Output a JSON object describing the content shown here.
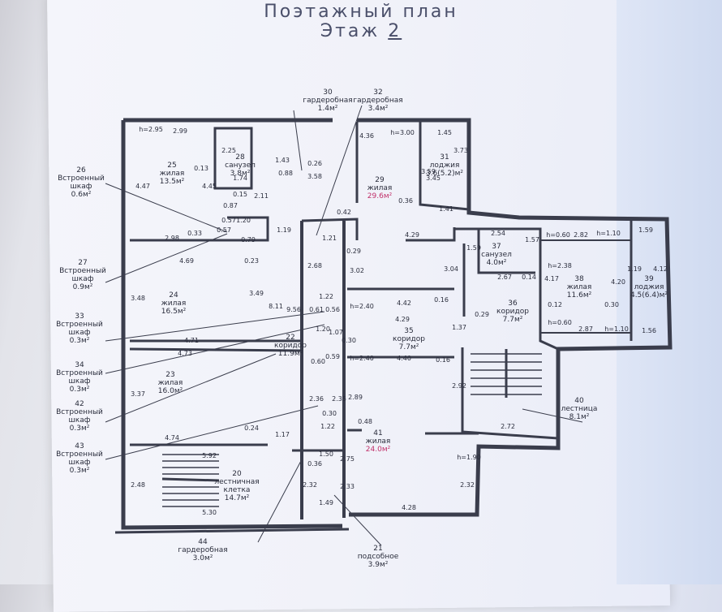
{
  "title_line1": "Поэтажный план",
  "title_line2": "Этаж",
  "floor_number": "2",
  "rooms": [
    {
      "label": "25 жилая 13.5м²"
    },
    {
      "label": "28 санузел 3.8м²"
    },
    {
      "label": "29 жилая 29.6м²"
    },
    {
      "label": "31 лоджия 3.6(5.2)м²"
    },
    {
      "label": "24 жилая 16.5м²"
    },
    {
      "label": "22 коридор 11.9м²"
    },
    {
      "label": "23 жилая 16.0м²"
    },
    {
      "label": "35 коридор 7.7м²"
    },
    {
      "label": "37 санузел 4.0м²"
    },
    {
      "label": "36 коридор 7.7м²"
    },
    {
      "label": "38 жилая 11.6м²"
    },
    {
      "label": "39 лоджия 4.5(6.4)м²"
    },
    {
      "label": "40 лестница 8.1м²"
    },
    {
      "label": "41 жилая 24.0м²"
    },
    {
      "label": "20 лестничная клетка 14.7м²"
    },
    {
      "label": "30 гардеробная 1.4м²"
    },
    {
      "label": "32 гардеробная 3.4м²"
    },
    {
      "label": "26 Встроенный шкаф 0.6м²"
    },
    {
      "label": "27 Встроенный шкаф 0.9м²"
    },
    {
      "label": "33 Встроенный шкаф 0.3м²"
    },
    {
      "label": "34 Встроенный шкаф 0.3м²"
    },
    {
      "label": "42 Встроенный шкаф 0.3м²"
    },
    {
      "label": "43 Встроенный шкаф 0.3м²"
    },
    {
      "label": "44 гардеробная 3.0м²"
    },
    {
      "label": "21 подсобное 3.9м²"
    }
  ],
  "dimensions": [
    "h=2.95",
    "2.99",
    "4.47",
    "2.98",
    "0.33",
    "4.69",
    "3.48",
    "4.71",
    "4.73",
    "3.37",
    "4.74",
    "2.48",
    "5.92",
    "5.30",
    "0.13",
    "4.45",
    "2.25",
    "1.74",
    "0.15",
    "2.11",
    "0.87",
    "0.57",
    "0.57",
    "1.20",
    "0.79",
    "1.19",
    "0.23",
    "3.49",
    "8.11",
    "9.56",
    "1.43",
    "0.88",
    "0.26",
    "3.58",
    "4.36",
    "h=3.00",
    "1.45",
    "3.73",
    "3.59",
    "3.45",
    "0.36",
    "1.41",
    "4.29",
    "0.42",
    "1.21",
    "2.68",
    "0.29",
    "3.02",
    "1.22",
    "0.61",
    "0.56",
    "h=2.40",
    "4.42",
    "0.16",
    "4.29",
    "1.20",
    "1.07",
    "0.30",
    "0.59",
    "0.60",
    "h=2.40",
    "4.40",
    "0.16",
    "2.36",
    "2.35",
    "2.89",
    "0.30",
    "1.22",
    "0.48",
    "0.24",
    "1.17",
    "1.50",
    "0.36",
    "2.32",
    "2.75",
    "2.33",
    "1.49",
    "4.28",
    "2.32",
    "h=1.90",
    "2.92",
    "2.72",
    "1.37",
    "2.54",
    "1.59",
    "1.57",
    "3.04",
    "2.67",
    "0.14",
    "0.29",
    "h=2.38",
    "4.17",
    "0.12",
    "h=0.60",
    "2.82",
    "h=1.10",
    "1.59",
    "4.20",
    "0.30",
    "h=0.60",
    "2.87",
    "h=1.10",
    "1.56",
    "1.19",
    "4.12"
  ]
}
